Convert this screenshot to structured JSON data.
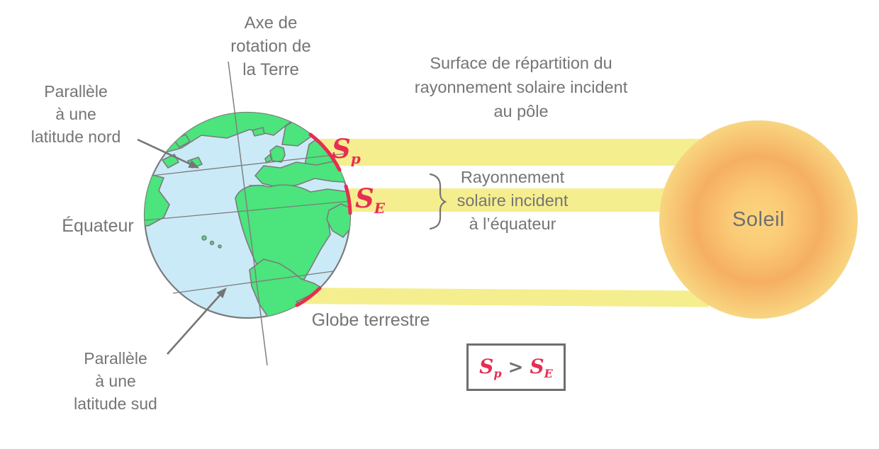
{
  "labels": {
    "axis": [
      "Axe de",
      "rotation de",
      "la Terre"
    ],
    "parallel_north": [
      "Parallèle",
      "à une",
      "latitude nord"
    ],
    "equator": "Équateur",
    "parallel_south": [
      "Parallèle",
      "à une",
      "latitude sud"
    ],
    "surface": [
      "Surface de répartition du",
      "rayonnement solaire incident",
      "au pôle"
    ],
    "ray": [
      "Rayonnement",
      "solaire incident",
      "à l’équateur"
    ],
    "globe": "Globe terrestre",
    "sun": "Soleil"
  },
  "symbols": {
    "sp": {
      "base": "S",
      "sub": "p"
    },
    "se": {
      "base": "S",
      "sub": "E"
    },
    "equation": {
      "lhs": "S",
      "lhs_sub": "p",
      "op": ">",
      "rhs": "S",
      "rhs_sub": "E"
    }
  },
  "colors": {
    "ocean": "#CBEAF7",
    "land": "#4CE47C",
    "beam": "#F5EE8E",
    "accent": "#E62E52",
    "text": "#757575",
    "outline": "#7b7b7b",
    "box_border": "#6e6e6e",
    "sun_core": "#FCD57F",
    "sun_ring": "#F5AF62",
    "sun_edge": "#FAF0A5",
    "sun_text": "#6f6f6f"
  }
}
